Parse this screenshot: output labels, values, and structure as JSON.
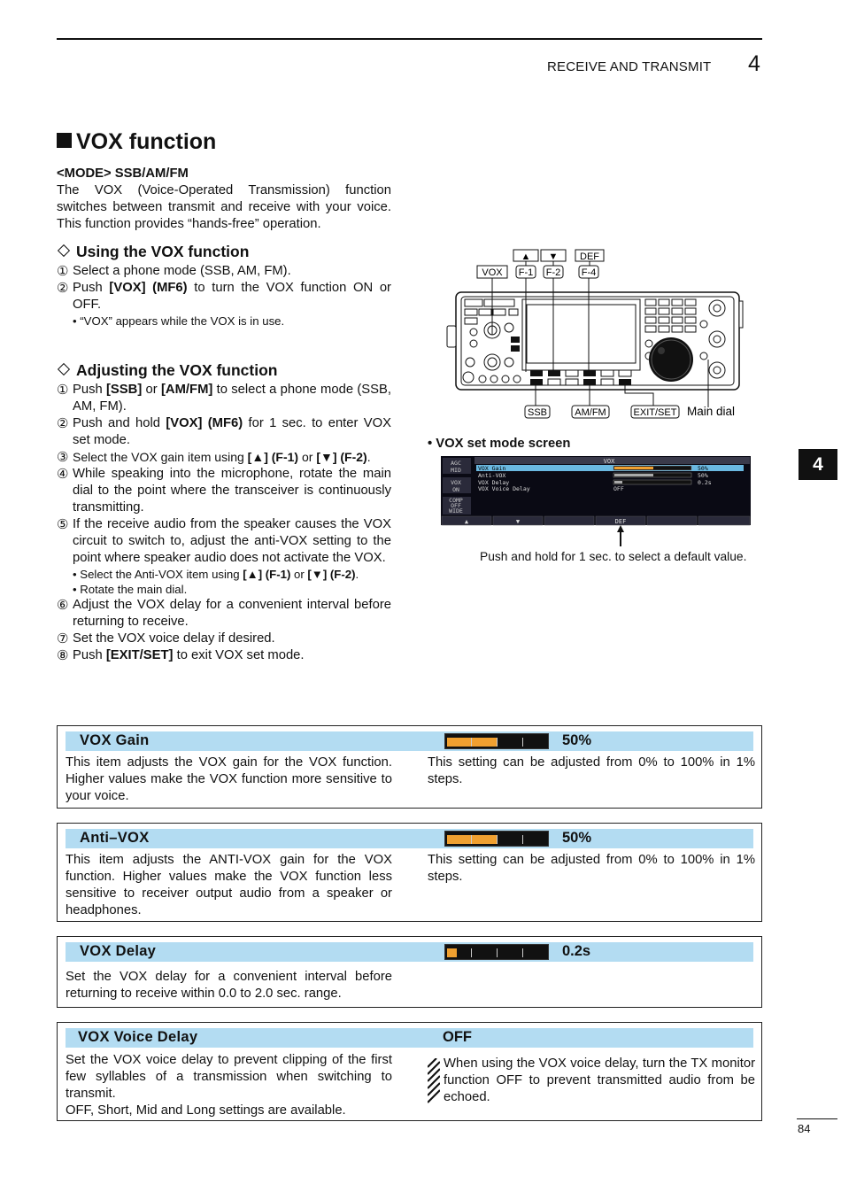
{
  "header": {
    "section": "RECEIVE AND TRANSMIT",
    "chapter": "4"
  },
  "tab_number": "4",
  "title": "VOX function",
  "mode_line": "<MODE> SSB/AM/FM",
  "intro": "The VOX (Voice-Operated Transmission) function switches between transmit and receive with your voice. This function provides “hands-free” operation.",
  "using": {
    "heading": "Using the VOX function",
    "steps": [
      {
        "n": "①",
        "text": "Select a phone mode (SSB, AM, FM)."
      },
      {
        "n": "②",
        "pre": "Push ",
        "b1": "[VOX] (MF6)",
        "post": " to turn the VOX function ON or OFF."
      }
    ],
    "note": "• “VOX” appears while the VOX is in use."
  },
  "adjusting": {
    "heading": "Adjusting the VOX function",
    "s1": {
      "n": "①",
      "a": "Push ",
      "b": "[SSB]",
      "c": " or ",
      "d": "[AM/FM]",
      "e": " to select a phone mode (SSB, AM, FM)."
    },
    "s2": {
      "n": "②",
      "a": "Push and hold ",
      "b": "[VOX] (MF6)",
      "c": " for 1 sec. to enter VOX set mode."
    },
    "s3": {
      "n": "③",
      "a": "Select the VOX gain item using ",
      "b": "[▲] (F-1)",
      "c": " or ",
      "d": "[▼] (F-2)",
      "e": "."
    },
    "s4": {
      "n": "④",
      "text": "While speaking into the microphone, rotate the main dial to the point where the transceiver is continuously transmitting."
    },
    "s5": {
      "n": "⑤",
      "text": "If the receive audio from the speaker causes the VOX circuit to switch to, adjust the anti-VOX setting to the point where speaker audio does not activate the VOX."
    },
    "note1": {
      "a": "• Select the Anti-VOX item using ",
      "b": "[▲] (F-1)",
      "c": " or ",
      "d": "[▼] (F-2)",
      "e": "."
    },
    "note2": "• Rotate the main dial.",
    "s6": {
      "n": "⑥",
      "text": "Adjust the VOX delay for a convenient interval before returning to receive."
    },
    "s7": {
      "n": "⑦",
      "text": "Set the VOX voice delay if desired."
    },
    "s8": {
      "n": "⑧",
      "a": "Push ",
      "b": "[EXIT/SET]",
      "c": " to exit VOX set mode."
    }
  },
  "diagram": {
    "keys": {
      "up": "▲",
      "down": "▼",
      "def": "DEF",
      "vox": "VOX",
      "f1": "F-1",
      "f2": "F-2",
      "f4": "F-4",
      "ssb": "SSB",
      "amfm": "AM/FM",
      "exitset": "EXIT/SET"
    },
    "main_dial": "Main dial"
  },
  "screen": {
    "caption": "• VOX set mode screen",
    "title": "VOX",
    "side": [
      "AGC",
      "MID",
      "VOX",
      "ON",
      "COMP",
      "OFF",
      "WIDE"
    ],
    "rows": [
      {
        "name": "VOX Gain",
        "value": "50%"
      },
      {
        "name": "Anti-VOX",
        "value": "50%"
      },
      {
        "name": "VOX Delay",
        "value": "0.2s"
      },
      {
        "name": "VOX Voice Delay",
        "value": "OFF"
      }
    ],
    "fkeys": [
      "▲",
      "▼",
      "",
      "DEF",
      "",
      ""
    ],
    "note": "Push and hold for 1 sec. to select a default value."
  },
  "boxes": {
    "gain": {
      "label": "VOX  Gain",
      "value": "50%",
      "level": 0.5,
      "desc": "This item adjusts the VOX gain for the VOX function. Higher values make the VOX function more sensitive to your voice.",
      "range": "This setting can be adjusted from 0% to 100% in 1% steps."
    },
    "anti": {
      "label": "Anti–VOX",
      "value": "50%",
      "level": 0.5,
      "desc": "This item adjusts the ANTI-VOX gain for the VOX function. Higher values make the VOX function less sensitive to receiver output audio from a speaker or headphones.",
      "range": "This setting can be adjusted from 0% to 100% in 1% steps."
    },
    "delay": {
      "label": "VOX  Delay",
      "value": "0.2s",
      "level": 0.1,
      "desc": "Set the VOX delay for a convenient interval before returning to receive within 0.0 to 2.0 sec. range."
    },
    "voice": {
      "label": "VOX  Voice  Delay",
      "value": "OFF",
      "desc1": "Set the VOX voice delay to prevent clipping of the first few syllables of a transmission when switching to transmit.",
      "desc2": "OFF, Short, Mid and Long settings are available.",
      "note": "When using the VOX voice delay, turn the TX monitor function OFF to prevent transmitted audio from be echoed."
    }
  },
  "page_number": "84"
}
